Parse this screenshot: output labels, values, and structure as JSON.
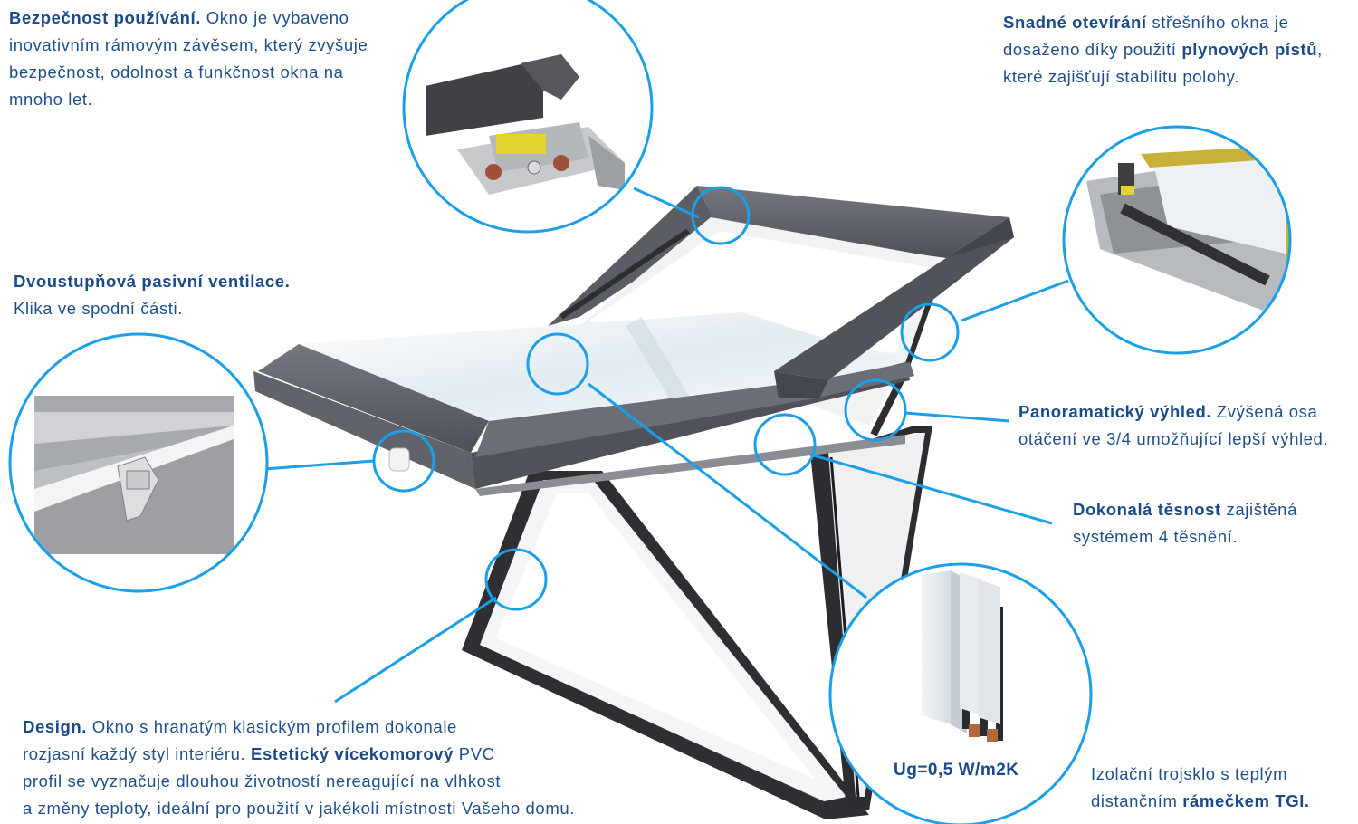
{
  "colors": {
    "accent_blue": "#1a9fe8",
    "text_blue": "#1f4f8b",
    "frame_gray": "#5e6168",
    "white_pvc": "#f4f5f7",
    "glass": "#e6eef3",
    "yellow": "#d9d23a"
  },
  "callouts": {
    "safety": {
      "bold": "Bezpečnost používání.",
      "text_1": "Okno je vybaveno",
      "line_2": "inovativním rámovým závěsem, který zvyšuje",
      "line_3": "bezpečnost, odolnost a funkčnost okna na",
      "line_4": "mnoho let."
    },
    "opening": {
      "bold_1": "Snadné otevírání",
      "text_1": "střešního okna je",
      "text_2": "dosaženo díky použití",
      "bold_2": "plynových pístů",
      "text_3": "které zajišťují stabilitu polohy."
    },
    "ventilation": {
      "bold": "Dvoustupňová pasivní  ventilace.",
      "line_2": "Klika ve spodní části."
    },
    "panorama": {
      "bold": "Panoramatický výhled.",
      "text_1": "Zvýšená osa",
      "line_2": "otáčení ve 3/4 umožňující lepší výhled."
    },
    "sealing": {
      "bold": "Dokonalá těsnost",
      "text_1": "zajištěná",
      "line_2": "systémem 4 těsnění."
    },
    "design": {
      "bold_1": "Design.",
      "text_1": "Okno s hranatým klasickým profilem dokonale",
      "text_2": "rozjasní každý styl interiéru.",
      "bold_2": "Estetický vícekomorový",
      "text_3": "PVC",
      "line_3": "profil se vyznačuje dlouhou životností nereagující na vlhkost",
      "line_4": "a změny teploty, ideální pro použití v jakékoli místnosti Vašeho domu."
    },
    "glazing": {
      "text_1": "Izolační trojsklo s teplým",
      "text_2": "distančním",
      "bold": "rámečkem TGI."
    },
    "ug_value": "Ug=0,5 W/m2K"
  }
}
